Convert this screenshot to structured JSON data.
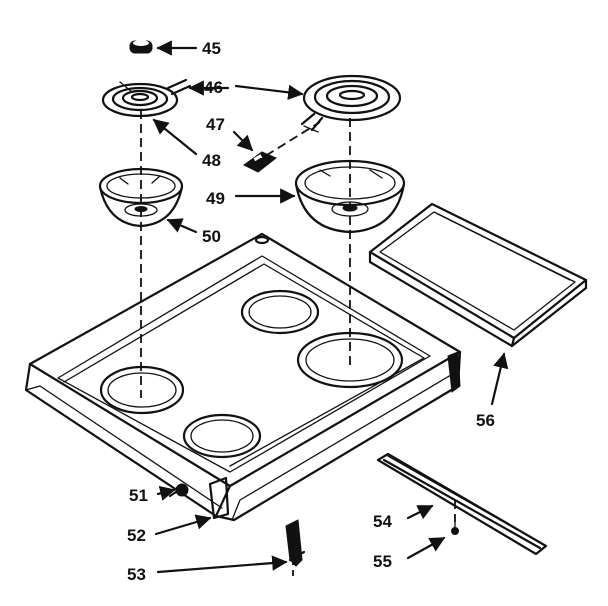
{
  "diagram": {
    "ink_color": "#111111",
    "background_color": "#ffffff",
    "callouts": [
      {
        "label": "45",
        "part": "knob"
      },
      {
        "label": "46",
        "part": "surface-element-large"
      },
      {
        "label": "47",
        "part": "terminal-block"
      },
      {
        "label": "48",
        "part": "surface-element-small"
      },
      {
        "label": "49",
        "part": "drip-bowl-large"
      },
      {
        "label": "50",
        "part": "drip-bowl-small"
      },
      {
        "label": "51",
        "part": "screw"
      },
      {
        "label": "52",
        "part": "cooktop"
      },
      {
        "label": "53",
        "part": "bracket"
      },
      {
        "label": "54",
        "part": "trim-strip"
      },
      {
        "label": "55",
        "part": "screw"
      },
      {
        "label": "56",
        "part": "glass-cover"
      }
    ]
  }
}
